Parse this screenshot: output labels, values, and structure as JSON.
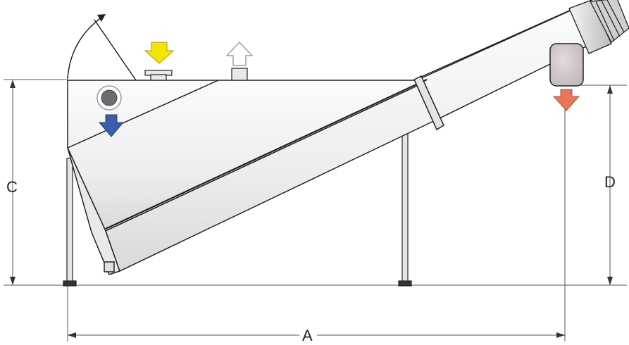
{
  "diagram": {
    "dimensions": [
      {
        "id": "A",
        "label": "A"
      },
      {
        "id": "C",
        "label": "C"
      },
      {
        "id": "D",
        "label": "D"
      }
    ],
    "arrows": {
      "inlet": {
        "icon": "arrow-down-icon",
        "color": "#f3e600"
      },
      "outlet": {
        "icon": "arrow-up-icon",
        "color": "#ffffff"
      },
      "sediment": {
        "icon": "arrow-down-icon",
        "color": "#3a5fa8"
      },
      "discharge": {
        "icon": "arrow-down-icon",
        "color": "#e8755a"
      }
    },
    "colors": {
      "body": "#f2f2f3",
      "body_shadow": "#dcdcdf",
      "outline": "#222222",
      "dim_line": "#555555"
    }
  }
}
